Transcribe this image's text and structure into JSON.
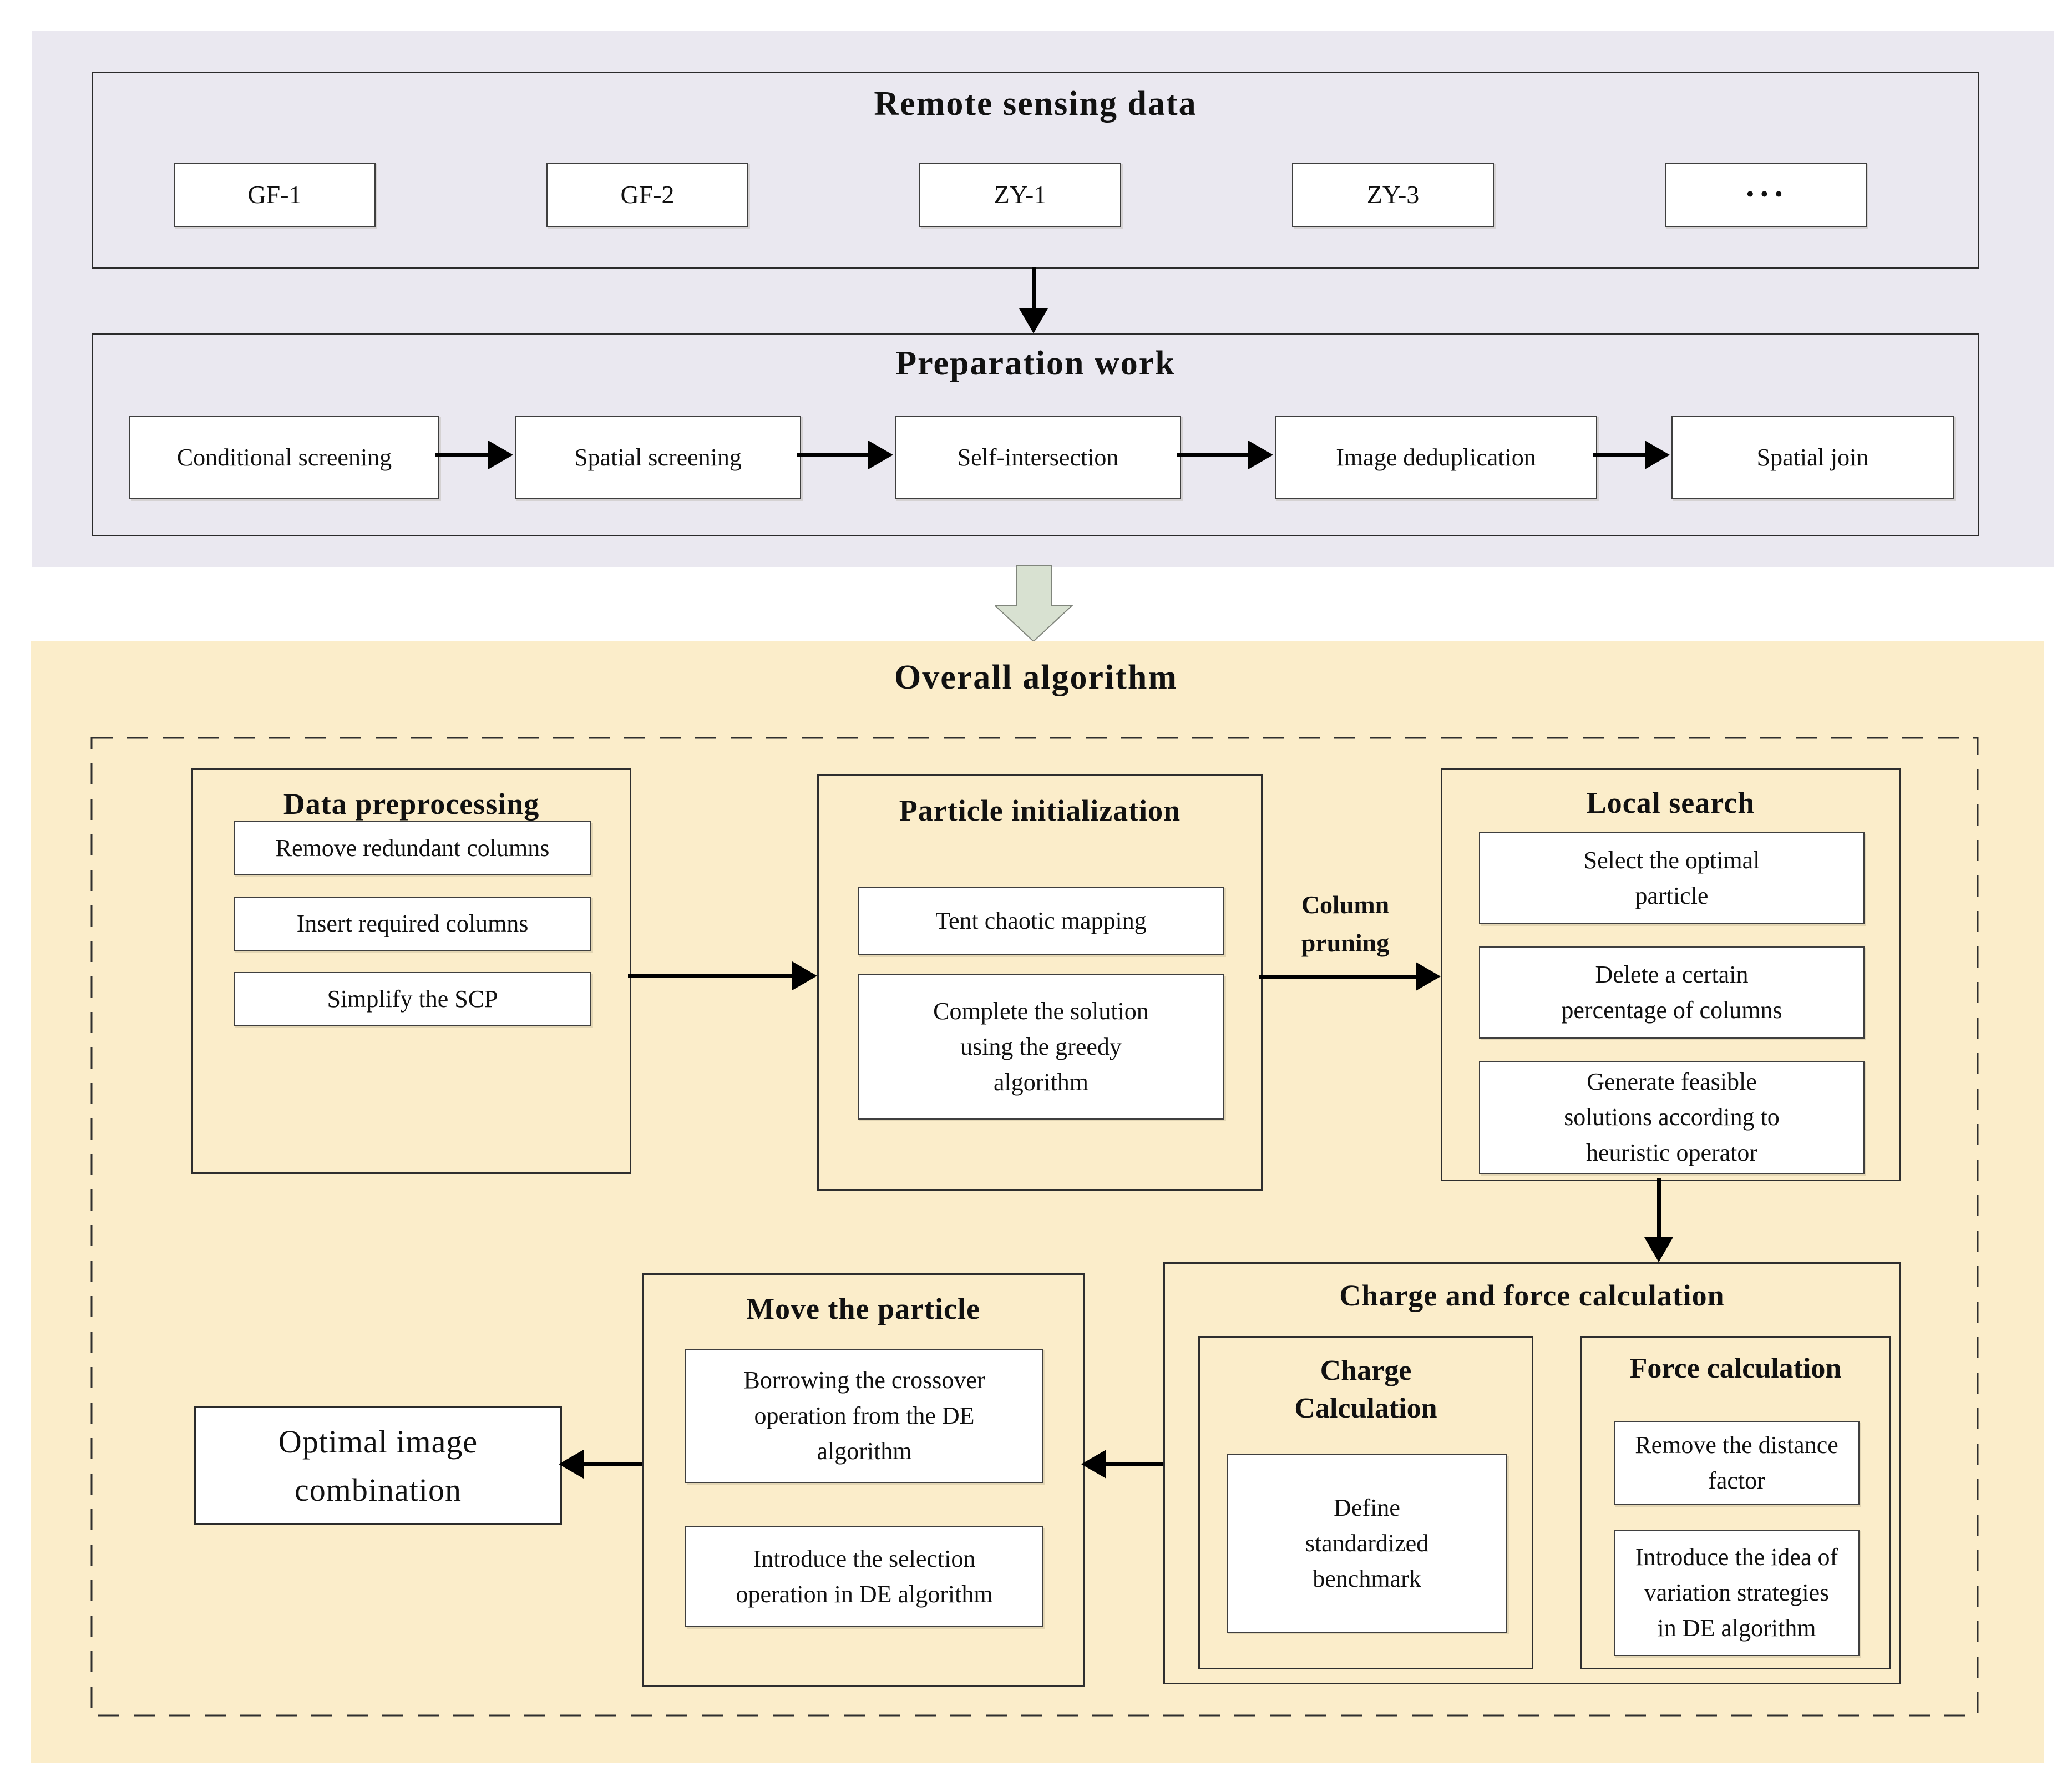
{
  "colors": {
    "top_panel_bg": "#EAE8F0",
    "algorithm_panel_bg": "#FBEDCA",
    "block_arrow_fill": "#D8E1D1",
    "box_border": "#333333",
    "leaf_bg": "#FFFFFF",
    "line_color": "#000000"
  },
  "remote": {
    "title": "Remote sensing data",
    "satellites": [
      "GF-1",
      "GF-2",
      "ZY-1",
      "ZY-3",
      "···"
    ]
  },
  "preparation": {
    "title": "Preparation work",
    "steps": [
      "Conditional screening",
      "Spatial screening",
      "Self-intersection",
      "Image deduplication",
      "Spatial join"
    ]
  },
  "overall": {
    "title": "Overall algorithm",
    "data_preprocessing": {
      "title": "Data preprocessing",
      "steps": [
        "Remove redundant columns",
        "Insert required columns",
        "Simplify the SCP"
      ]
    },
    "particle_initialization": {
      "title": "Particle initialization",
      "steps": [
        "Tent chaotic mapping",
        "Complete the solution\nusing the greedy\nalgorithm"
      ]
    },
    "column_pruning_label": "Column\npruning",
    "local_search": {
      "title": "Local search",
      "steps": [
        "Select the optimal\nparticle",
        "Delete a certain\npercentage of columns",
        "Generate feasible\nsolutions according to\nheuristic operator"
      ]
    },
    "charge_force": {
      "title": "Charge and force calculation",
      "charge": {
        "title": "Charge\nCalculation",
        "steps": [
          "Define\nstandardized\nbenchmark"
        ]
      },
      "force": {
        "title": "Force calculation",
        "steps": [
          "Remove the distance\nfactor",
          "Introduce the idea of\nvariation strategies\nin DE algorithm"
        ]
      }
    },
    "move_particle": {
      "title": "Move the particle",
      "steps": [
        "Borrowing the crossover\noperation from the DE\nalgorithm",
        "Introduce the selection\noperation in DE algorithm"
      ]
    },
    "optimal_result": "Optimal image\ncombination"
  }
}
